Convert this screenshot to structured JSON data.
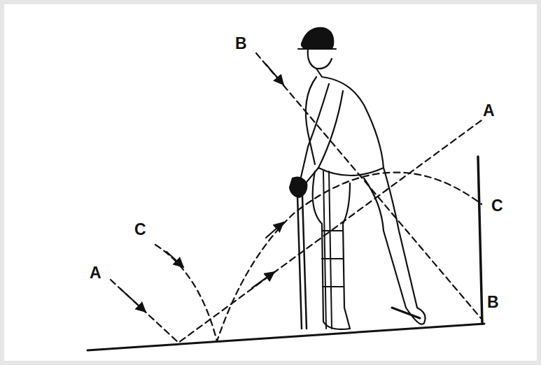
{
  "diagram": {
    "labels": [
      "B",
      "A",
      "C",
      "A",
      "C",
      "B"
    ]
  }
}
